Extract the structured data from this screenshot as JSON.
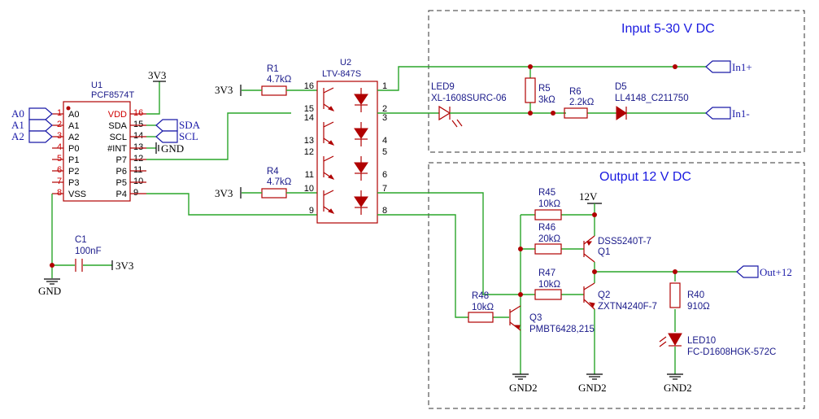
{
  "sections": {
    "input_title": "Input 5-30 V DC",
    "output_title": "Output 12 V DC"
  },
  "u1": {
    "ref": "U1",
    "part": "PCF8574T",
    "left_pins": [
      {
        "num": "1",
        "name": "A0"
      },
      {
        "num": "2",
        "name": "A1"
      },
      {
        "num": "3",
        "name": "A2"
      },
      {
        "num": "4",
        "name": "P0"
      },
      {
        "num": "5",
        "name": "P1"
      },
      {
        "num": "6",
        "name": "P2"
      },
      {
        "num": "7",
        "name": "P3"
      },
      {
        "num": "8",
        "name": "VSS"
      }
    ],
    "right_pins": [
      {
        "num": "16",
        "name": "VDD"
      },
      {
        "num": "15",
        "name": "SDA"
      },
      {
        "num": "14",
        "name": "SCL"
      },
      {
        "num": "13",
        "name": "#INT"
      },
      {
        "num": "12",
        "name": "P7"
      },
      {
        "num": "11",
        "name": "P6"
      },
      {
        "num": "10",
        "name": "P5"
      },
      {
        "num": "9",
        "name": "P4"
      }
    ]
  },
  "u2": {
    "ref": "U2",
    "part": "LTV-847S",
    "left_pins": [
      "16",
      "15",
      "14",
      "13",
      "12",
      "11",
      "10",
      "9"
    ],
    "right_pins": [
      "1",
      "2",
      "3",
      "4",
      "5",
      "6",
      "7",
      "8"
    ]
  },
  "ports": {
    "a0": "A0",
    "a1": "A1",
    "a2": "A2",
    "sda": "SDA",
    "scl": "SCL",
    "in_plus": "In1+",
    "in_minus": "In1-",
    "out12": "Out+12"
  },
  "nets": {
    "v3_u1": "3V3",
    "v3_r1": "3V3",
    "v3_r4": "3V3",
    "v3_c1": "3V3",
    "gnd_int": "GND",
    "gnd_c1": "GND",
    "v12": "12V",
    "gnd2_q3": "GND2",
    "gnd2_q2": "GND2",
    "gnd2_led": "GND2"
  },
  "components": {
    "r1": {
      "ref": "R1",
      "value": "4.7kΩ"
    },
    "r4": {
      "ref": "R4",
      "value": "4.7kΩ"
    },
    "c1": {
      "ref": "C1",
      "value": "100nF"
    },
    "led9": {
      "ref": "LED9",
      "value": "XL-1608SURC-06"
    },
    "r5": {
      "ref": "R5",
      "value": "3kΩ"
    },
    "r6": {
      "ref": "R6",
      "value": "2.2kΩ"
    },
    "d5": {
      "ref": "D5",
      "value": "LL4148_C211750"
    },
    "r45": {
      "ref": "R45",
      "value": "10kΩ"
    },
    "r46": {
      "ref": "R46",
      "value": "20kΩ"
    },
    "r47": {
      "ref": "R47",
      "value": "10kΩ"
    },
    "r48": {
      "ref": "R48",
      "value": "10kΩ"
    },
    "q1": {
      "ref": "Q1",
      "value": "DSS5240T-7"
    },
    "q2": {
      "ref": "Q2",
      "value": "ZXTN4240F-7"
    },
    "q3": {
      "ref": "Q3",
      "value": "PMBT6428,215"
    },
    "r40": {
      "ref": "R40",
      "value": "910Ω"
    },
    "led10": {
      "ref": "LED10",
      "value": "FC-D1608HGK-572C"
    }
  }
}
